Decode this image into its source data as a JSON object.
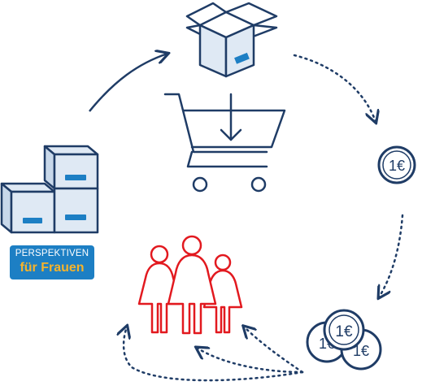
{
  "logo": {
    "line1": "PERSPEKTIVEN",
    "line2": "für Frauen"
  },
  "coins": {
    "single": "1€",
    "stack_top": "1€",
    "stack_back_left": "1€",
    "stack_back_right": "1€"
  },
  "colors": {
    "navy": "#1f3c66",
    "box_fill": "#dfe9f4",
    "box_label": "#1d7fc4",
    "logo_bg": "#1d7fc4",
    "logo_accent": "#f6b32b",
    "people": "#e2191f"
  },
  "icons": [
    "box-stack-icon",
    "open-box-icon",
    "shopping-cart-icon",
    "down-arrow-icon",
    "coin-icon",
    "coin-stack-icon",
    "women-group-icon"
  ]
}
